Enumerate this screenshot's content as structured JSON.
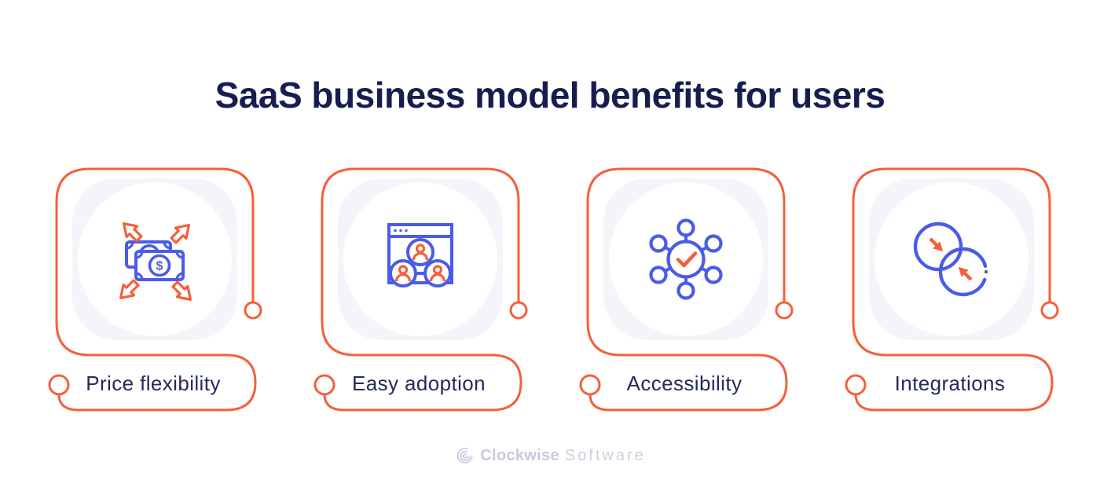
{
  "title": "SaaS business model benefits for users",
  "cards": [
    {
      "id": "price-flexibility",
      "label": "Price flexibility",
      "icon": "money-expand-arrows-icon"
    },
    {
      "id": "easy-adoption",
      "label": "Easy adoption",
      "icon": "browser-team-icon"
    },
    {
      "id": "accessibility",
      "label": "Accessibility",
      "icon": "network-check-icon"
    },
    {
      "id": "integrations",
      "label": "Integrations",
      "icon": "merging-circles-icon"
    }
  ],
  "icons": {
    "dollar_sign": "$"
  },
  "footer": {
    "brand_bold": "Clockwise",
    "brand_light": "Software"
  },
  "colors": {
    "accent_orange": "#F4603A",
    "icon_blue": "#4B5BE8",
    "title_navy": "#161D4F",
    "label_navy": "#232A5C",
    "card_background": "#F3F5FA",
    "logo_gray": "#C9CCDB",
    "page_background": "#FFFFFF"
  }
}
